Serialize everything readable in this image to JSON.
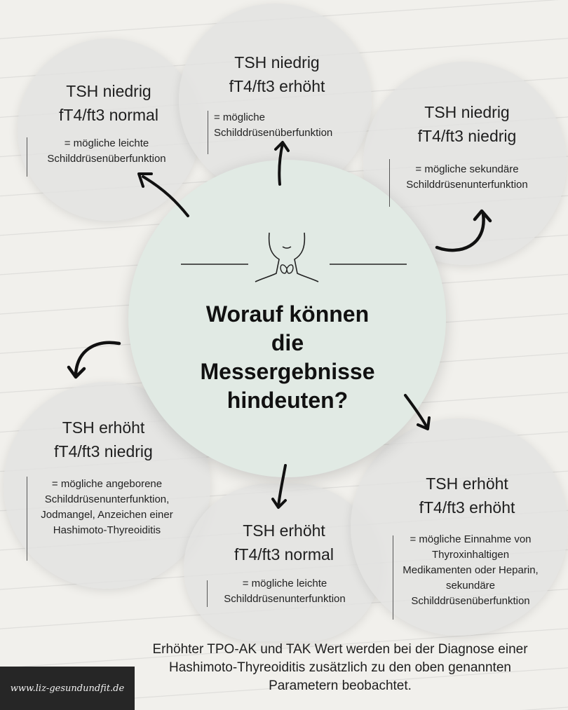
{
  "center": {
    "title_lines": [
      "Worauf können",
      "die",
      "Messergebnisse",
      "hindeuten?"
    ]
  },
  "nodes": [
    {
      "line1": "TSH niedrig",
      "line2": "fT4/ft3 normal",
      "desc": "= mögliche leichte Schilddrüsenüberfunktion"
    },
    {
      "line1": "TSH niedrig",
      "line2": "fT4/ft3 erhöht",
      "desc": "= mögliche Schilddrüsenüberfunktion"
    },
    {
      "line1": "TSH niedrig",
      "line2": "fT4/ft3 niedrig",
      "desc": "= mögliche sekundäre Schilddrüsenunterfunktion"
    },
    {
      "line1": "TSH erhöht",
      "line2": "fT4/ft3 niedrig",
      "desc": "= mögliche angeborene Schilddrüsenunterfunktion, Jodmangel, Anzeichen einer Hashimoto-Thyreoiditis"
    },
    {
      "line1": "TSH erhöht",
      "line2": "fT4/ft3 normal",
      "desc": "= mögliche leichte Schilddrüsenunterfunktion"
    },
    {
      "line1": "TSH erhöht",
      "line2": "fT4/ft3 erhöht",
      "desc": "= mögliche Einnahme von Thyroxinhaltigen Medikamenten oder Heparin, sekundäre Schilddrüsenüberfunktion"
    }
  ],
  "footer": "Erhöhter TPO-AK und TAK Wert werden bei der Diagnose einer Hashimoto-Thyreoiditis zusätzlich zu den oben genannten Parametern beobachtet.",
  "brand": "www.liz-gesundundfit.de",
  "icons": {
    "center": "neck-thyroid-icon",
    "arrows": "curved-arrow-icon"
  },
  "colors": {
    "center_fill": "#e1eae4",
    "node_fill": "#e2e2e0",
    "brand_bg": "#262626"
  }
}
